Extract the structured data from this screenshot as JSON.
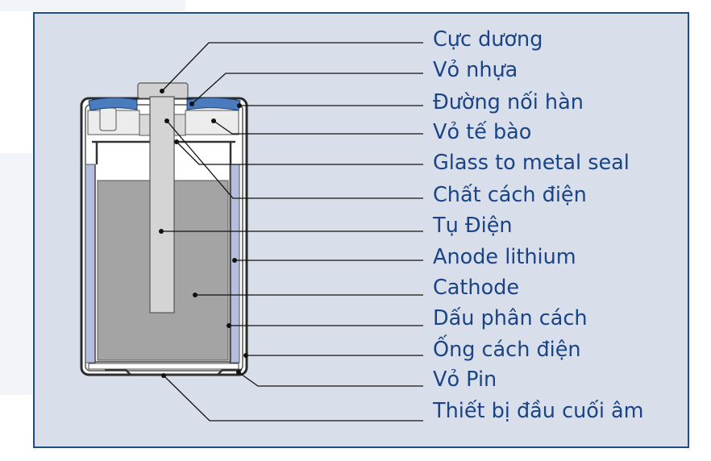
{
  "labels": [
    {
      "text": "Cực dương"
    },
    {
      "text": "Vỏ nhựa"
    },
    {
      "text": "Đường nối hàn"
    },
    {
      "text": "Vỏ tế bào"
    },
    {
      "text": "Glass to metal seal"
    },
    {
      "text": "Chất cách điện"
    },
    {
      "text": "Tụ Điện"
    },
    {
      "text": "Anode lithium"
    },
    {
      "text": "Cathode"
    },
    {
      "text": "Dấu phân cách"
    },
    {
      "text": "Ống cách điện"
    },
    {
      "text": "Vỏ Pin"
    },
    {
      "text": "Thiết bị đầu cuối âm"
    }
  ],
  "colors": {
    "frame": "#1d4c86",
    "panel": "#d8deea",
    "label_text": "#1a4486",
    "cathode": "#a4a4a4",
    "anode": "#b4bede",
    "plastic_cap": "#4a7bbf"
  }
}
